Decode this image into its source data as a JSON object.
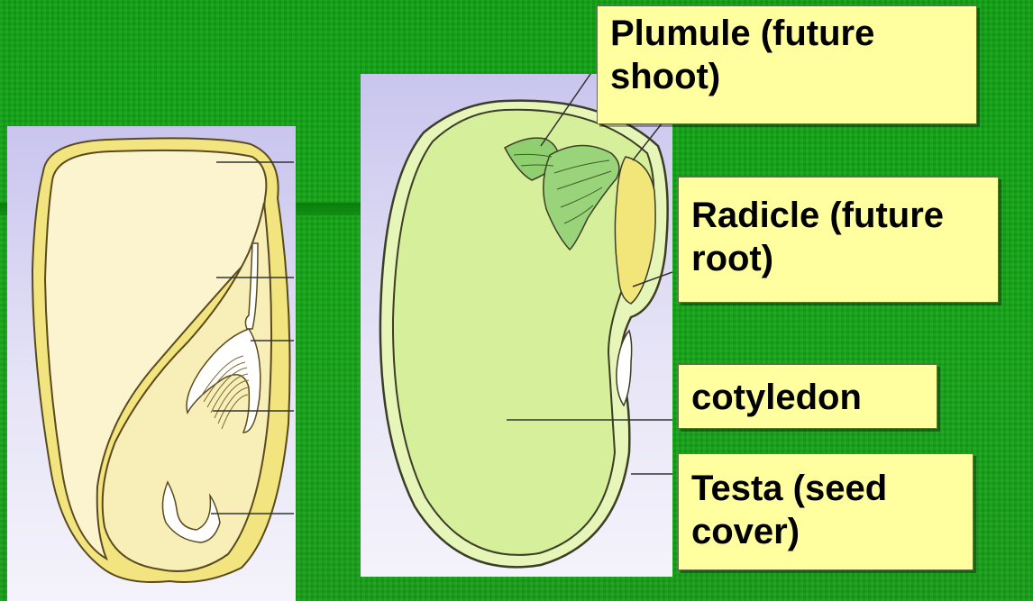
{
  "labels": {
    "plumule": "Plumule (future shoot)",
    "radicle": "Radicle (future root)",
    "cotyledon": "cotyledon",
    "testa": "Testa (seed cover)"
  },
  "colors": {
    "background": "#14a016",
    "label_fill": "#ffff9f",
    "maize_seed": "#f4e99a",
    "maize_endosperm": "#fbf4cf",
    "bean_cotyledon": "#d8f0a0",
    "plumule_leaf": "#8fcf6f",
    "radicle": "#f2e57a"
  }
}
